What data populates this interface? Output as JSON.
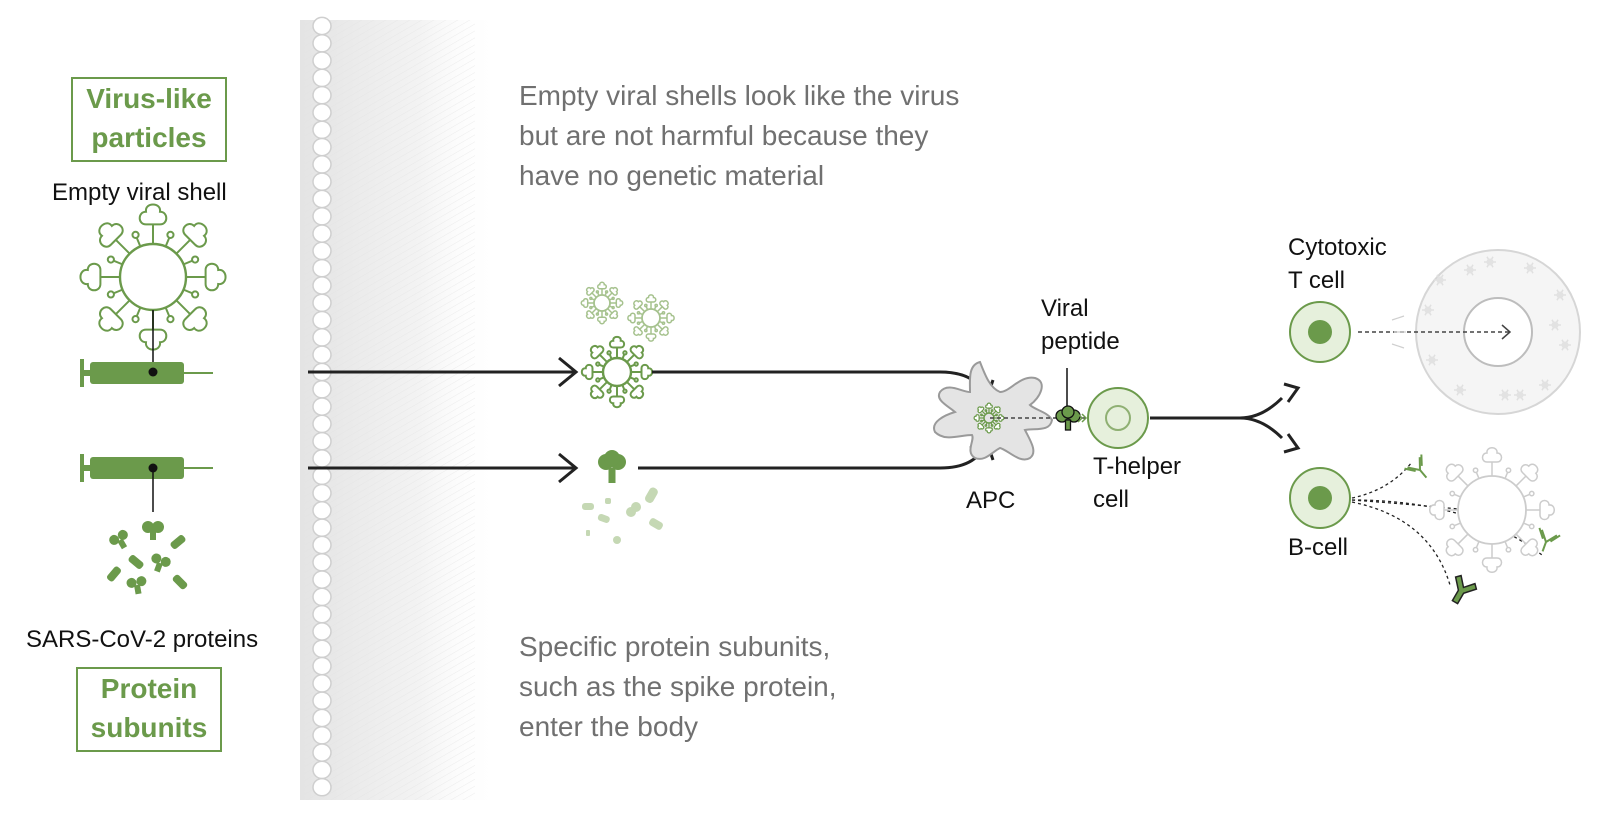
{
  "left": {
    "vlp_box": [
      "Virus-like",
      "particles"
    ],
    "vlp_caption": "Empty viral shell",
    "ps_caption": "SARS-CoV-2 proteins",
    "ps_box": [
      "Protein",
      "subunits"
    ]
  },
  "descriptions": {
    "top": [
      "Empty viral shells look like the virus",
      "but are not harmful because they",
      "have no genetic material"
    ],
    "bottom": [
      "Specific protein subunits,",
      "such as the spike protein,",
      "enter the body"
    ]
  },
  "labels": {
    "apc": "APC",
    "viral_peptide": [
      "Viral",
      "peptide"
    ],
    "t_helper": [
      "T-helper",
      "cell"
    ],
    "cytotoxic": [
      "Cytotoxic",
      "T cell"
    ],
    "b_cell": "B-cell"
  },
  "colors": {
    "green": "#6b9a4b",
    "light_green": "#a6c28e",
    "pale_green": "#e6f0dc",
    "arrow": "#222222",
    "gray_text": "#707070",
    "light_gray": "#d0d0d0"
  }
}
